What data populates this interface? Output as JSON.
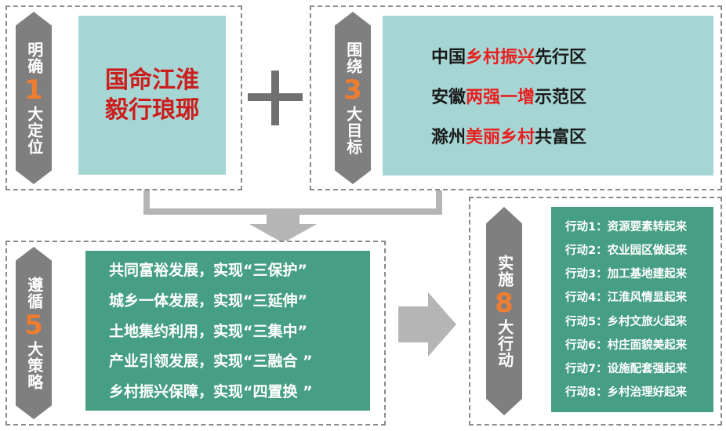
{
  "positioning": {
    "label_top": "明确",
    "number": "1",
    "label_bottom": "大定位",
    "mission_lines": [
      "国命江淮",
      "毅行琅琊"
    ]
  },
  "goals": {
    "label_top": "围绕",
    "number": "3",
    "label_bottom": "大目标",
    "items": [
      {
        "pre": "中国",
        "hl": "乡村振兴",
        "post": "先行区"
      },
      {
        "pre": "安徽",
        "hl": "两强一增",
        "post": "示范区"
      },
      {
        "pre": "滁州",
        "hl": "美丽乡村",
        "post": "共富区"
      }
    ]
  },
  "strategies": {
    "label_top": "遵循",
    "number": "5",
    "label_bottom": "大策略",
    "items": [
      "共同富裕发展，实现“三保护”",
      "城乡一体发展，实现“三延伸”",
      "土地集约利用，实现“三集中”",
      "产业引领发展，实现“三融合 ”",
      "乡村振兴保障，实现“四置换 ”"
    ]
  },
  "actions": {
    "label_top": "实施",
    "number": "8",
    "label_bottom": "大行动",
    "items": [
      "行动1：资源要素转起来",
      "行动2：农业园区做起来",
      "行动3：加工基地建起来",
      "行动4：江淮风情显起来",
      "行动5：乡村文旅火起来",
      "行动6：村庄面貌美起来",
      "行动7：设施配套强起来",
      "行动8：乡村治理好起来"
    ]
  },
  "colors": {
    "accent_orange": "#ed7d31",
    "highlight_red": "#e81f1f",
    "mission_red": "#cc1d1d",
    "teal_light": "#a6d6d4",
    "teal_dark": "#469f84",
    "pill_gray": "#7f7f7f",
    "connector_gray": "#b5b5b5"
  }
}
